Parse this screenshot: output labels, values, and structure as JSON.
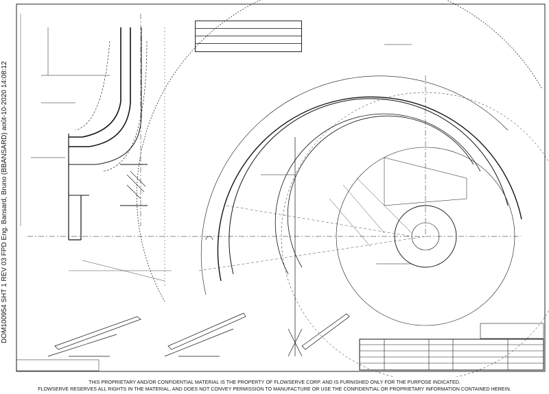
{
  "document": {
    "side_stamp": "DOM100954 SHT 1 REV 03 FPD Eng. Bansard, Bruno (BBANSARD) août-10-2020 14:08:12",
    "footer_line_1": "THIS PROPRIETARY AND/OR CONFIDENTIAL MATERIAL IS THE PROPERTY OF FLOWSERVE CORP. AND IS FURNISHED ONLY FOR THE PURPOSE INDICATED.",
    "footer_line_2": "FLOWSERVE RESERVES ALL RIGHTS IN THE MATERIAL, AND DOES NOT CONVEY PERMISSION TO MANUFACTURE OR USE THE CONFIDENTIAL OR PROPRIETARY INFORMATION CONTAINED HEREIN."
  },
  "drawing": {
    "top_notes": [
      "",
      "",
      "",
      ""
    ],
    "title_block": {
      "logo": "",
      "rows": [
        "",
        "",
        "",
        ""
      ]
    }
  }
}
